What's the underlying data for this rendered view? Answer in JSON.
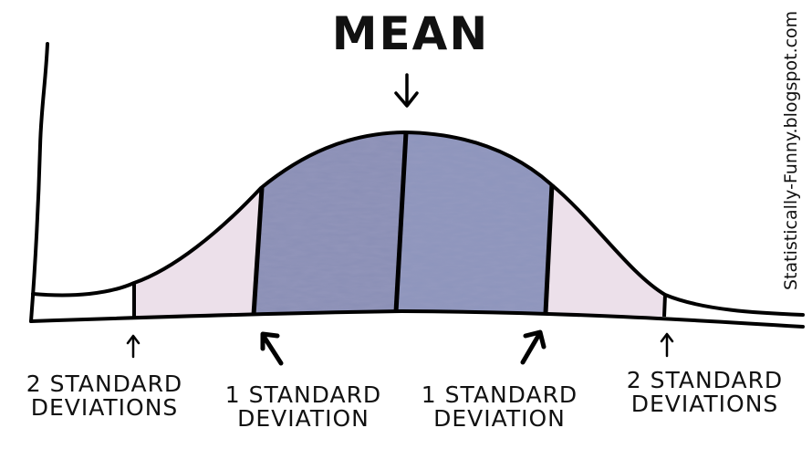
{
  "title": "MEAN",
  "credit": "Statistically-Funny.blogspot.com",
  "labels": {
    "left_2sd": {
      "line1": "2 STANDARD",
      "line2": "DEVIATIONS"
    },
    "left_1sd": {
      "line1": "1 STANDARD",
      "line2": "DEVIATION"
    },
    "right_1sd": {
      "line1": "1 STANDARD",
      "line2": "DEVIATION"
    },
    "right_2sd": {
      "line1": "2 STANDARD",
      "line2": "DEVIATIONS"
    }
  },
  "colors": {
    "inner_region": "#8a8fb5",
    "outer_region": "#ece0ea",
    "stroke": "#000000",
    "background": "#ffffff"
  },
  "icons": {
    "mean_arrow": "arrow-down-icon",
    "left_2sd_arrow": "arrow-up-icon",
    "left_1sd_arrow": "arrow-up-left-icon",
    "right_1sd_arrow": "arrow-up-right-icon",
    "right_2sd_arrow": "arrow-up-icon"
  }
}
